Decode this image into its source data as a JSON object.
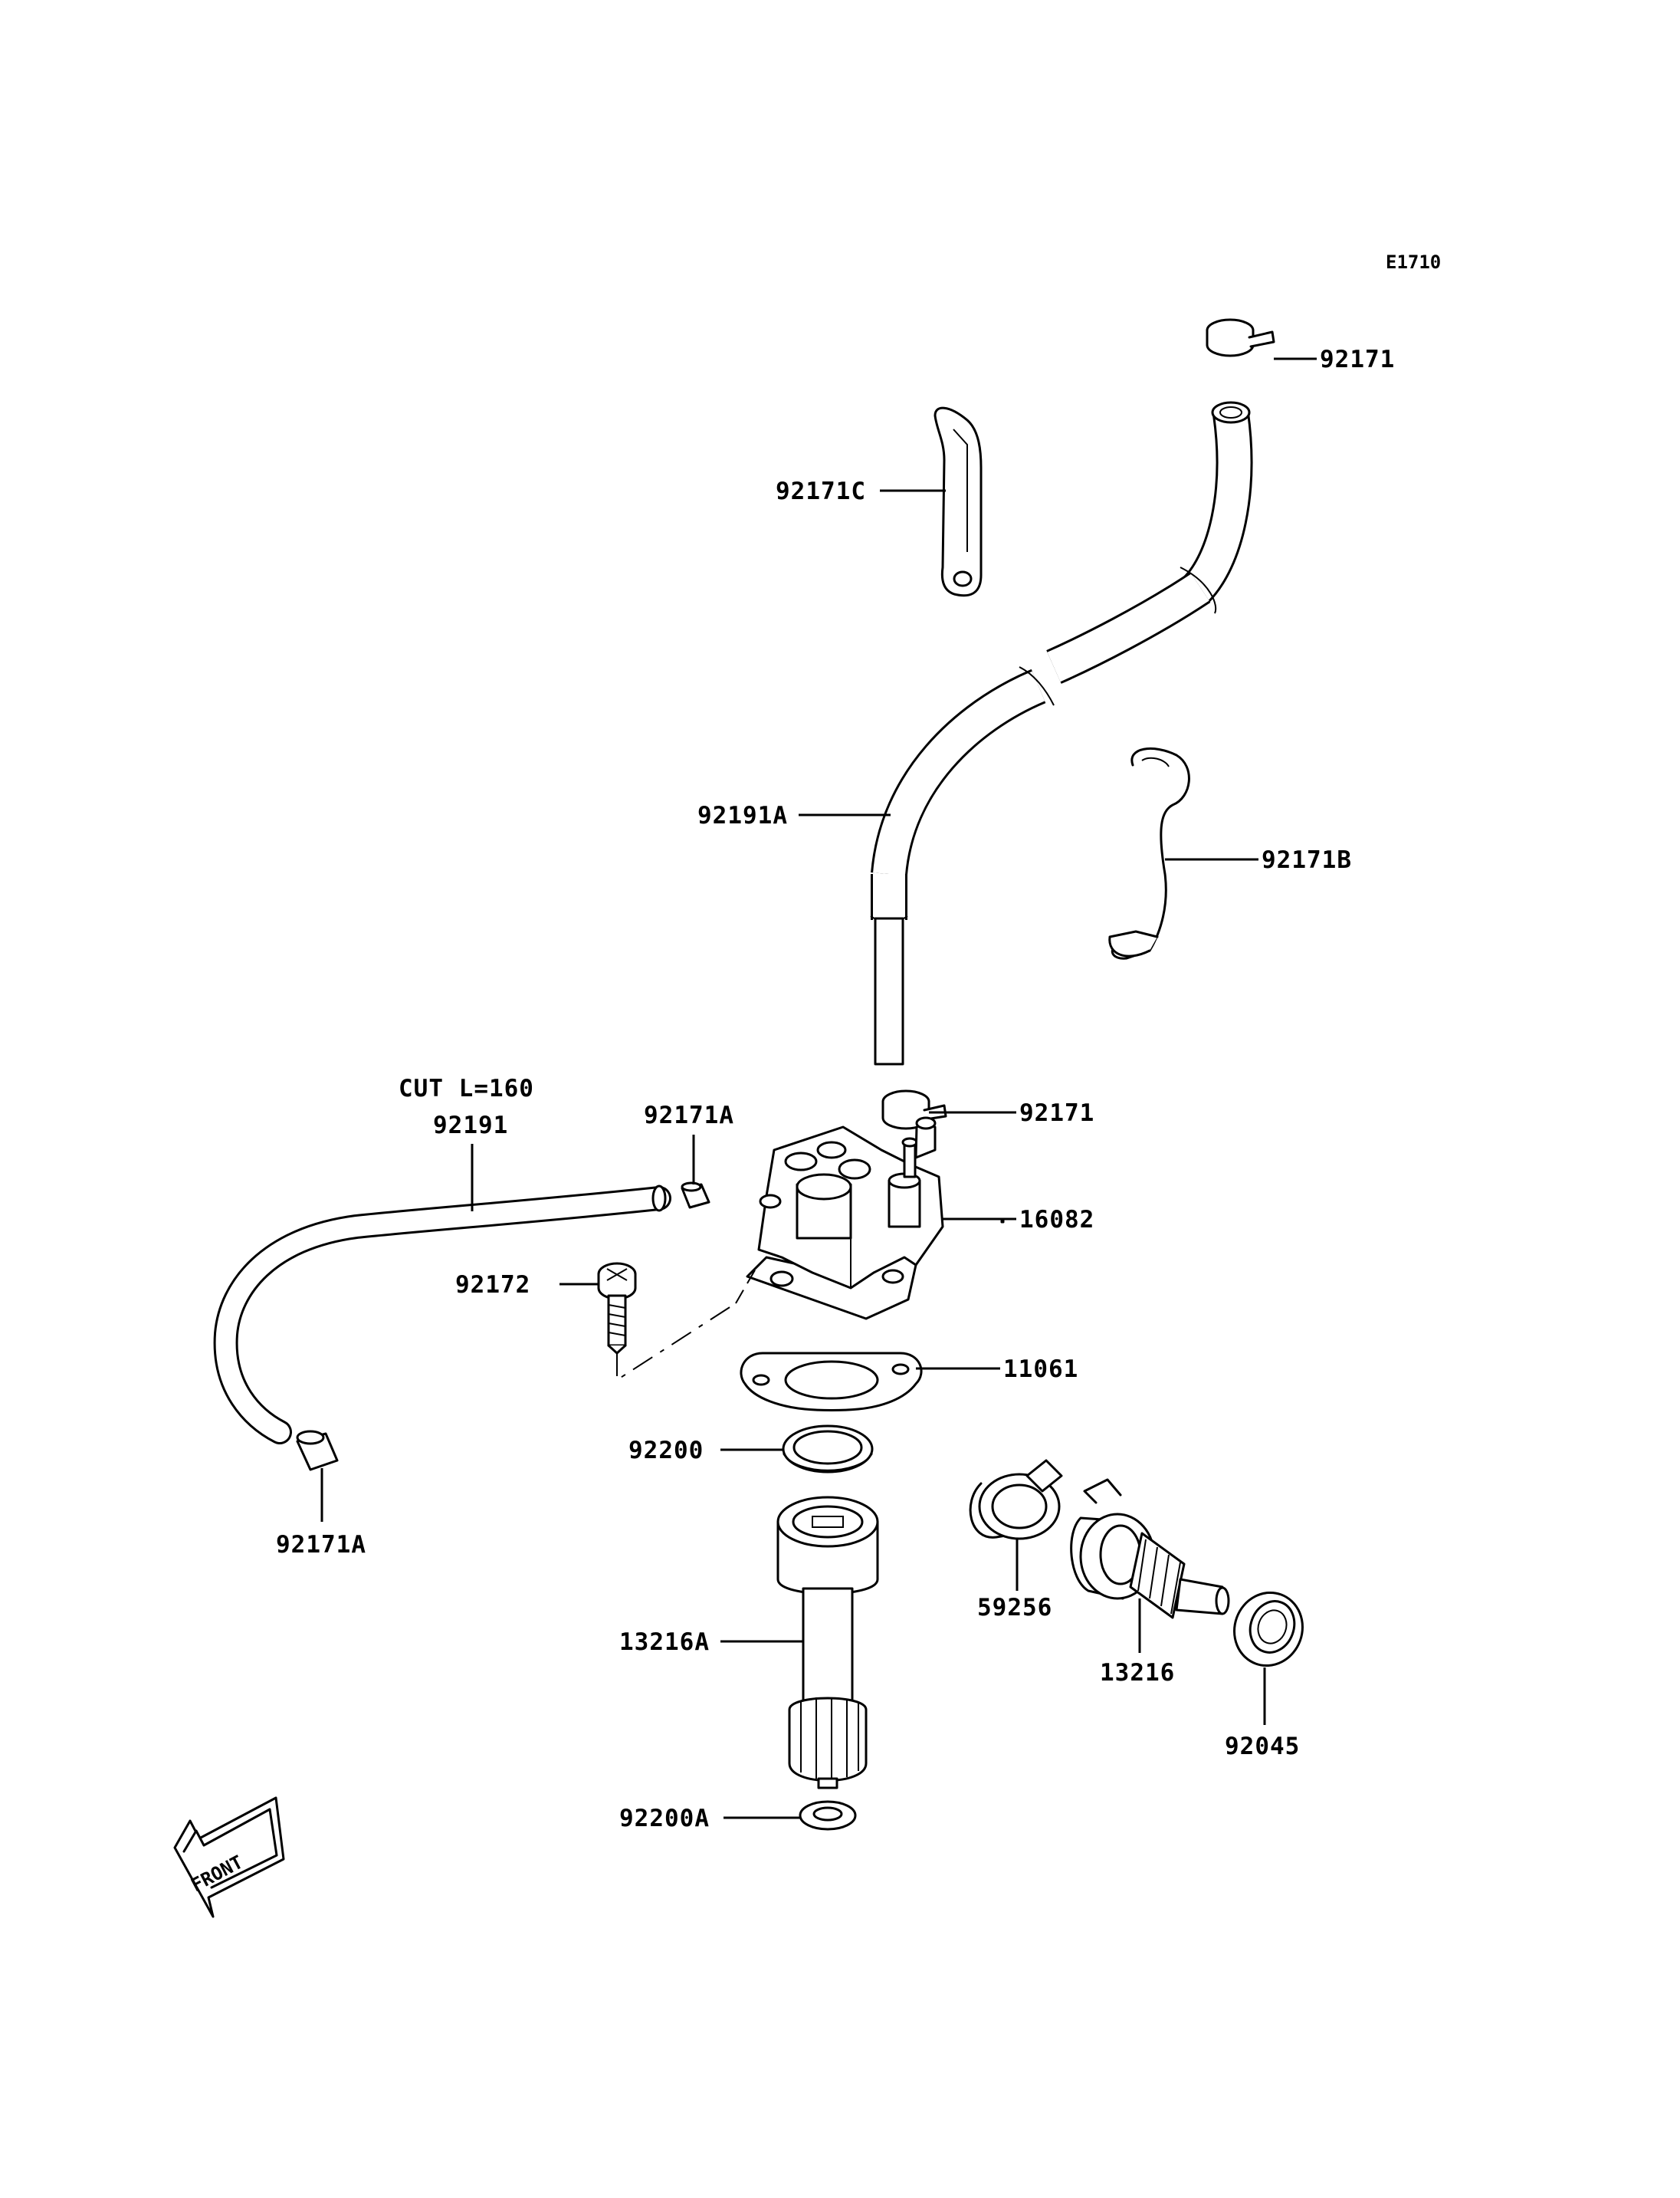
{
  "diagram_code": "E1710",
  "labels": {
    "p92171_top": "92171",
    "p92171c": "92171C",
    "p92191a": "92191A",
    "p92171b": "92171B",
    "cut_note": "CUT L=160",
    "p92191": "92191",
    "p92171a_top": "92171A",
    "p92171_mid": "92171",
    "p16082": "16082",
    "p92172": "92172",
    "p11061": "11061",
    "p92200": "92200",
    "p92171a_bottom": "92171A",
    "p59256": "59256",
    "p13216a": "13216A",
    "p13216": "13216",
    "p92045": "92045",
    "p92200a": "92200A"
  },
  "front_arrow": "FRONT"
}
